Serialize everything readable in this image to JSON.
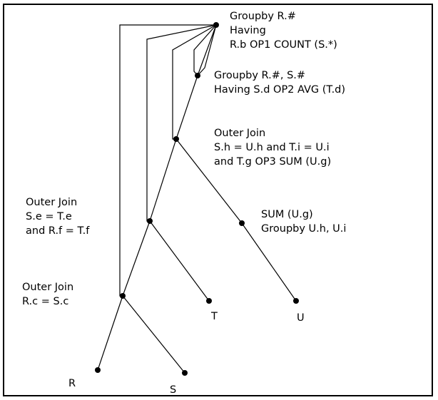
{
  "colors": {
    "background": "#ffffff",
    "ink": "#000000"
  },
  "nodes": {
    "top_groupby": {
      "lines": [
        "Groupby R.#",
        "Having",
        "R.b OP1 COUNT (S.*)"
      ]
    },
    "inner_groupby": {
      "lines": [
        "Groupby R.#, S.#",
        "Having S.d OP2 AVG (T.d)"
      ]
    },
    "join_stu": {
      "lines": [
        "Outer Join",
        "S.h = U.h and T.i = U.i",
        "and T.g OP3 SUM (U.g)"
      ]
    },
    "sum_u": {
      "lines": [
        "SUM (U.g)",
        "Groupby U.h, U.i"
      ]
    },
    "join_rst": {
      "lines": [
        "Outer Join",
        "S.e = T.e",
        "and R.f = T.f"
      ]
    },
    "join_rs": {
      "lines": [
        "Outer Join",
        "R.c = S.c"
      ]
    },
    "leaf_r": {
      "label": "R"
    },
    "leaf_s": {
      "label": "S"
    },
    "leaf_t": {
      "label": "T"
    },
    "leaf_u": {
      "label": "U"
    }
  }
}
